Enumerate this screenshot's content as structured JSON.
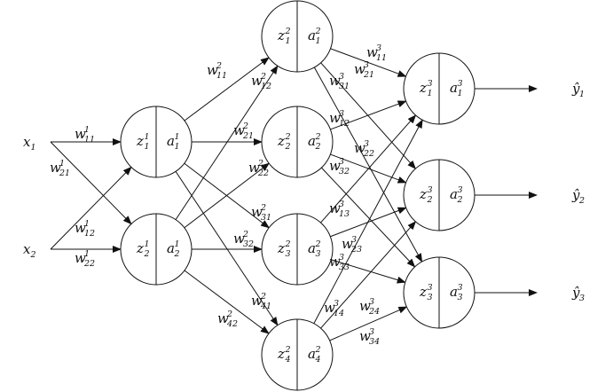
{
  "diagram": {
    "title": "",
    "inputs": [
      {
        "id": "x1",
        "symbol": "x",
        "sub": "1"
      },
      {
        "id": "x2",
        "symbol": "x",
        "sub": "2"
      }
    ],
    "layers": [
      {
        "index": "1",
        "nodes": [
          {
            "id": "L1N1",
            "z": {
              "sym": "z",
              "sup": "1",
              "sub": "1"
            },
            "a": {
              "sym": "a",
              "sup": "1",
              "sub": "1"
            }
          },
          {
            "id": "L1N2",
            "z": {
              "sym": "z",
              "sup": "1",
              "sub": "2"
            },
            "a": {
              "sym": "a",
              "sup": "1",
              "sub": "2"
            }
          }
        ]
      },
      {
        "index": "2",
        "nodes": [
          {
            "id": "L2N1",
            "z": {
              "sym": "z",
              "sup": "2",
              "sub": "1"
            },
            "a": {
              "sym": "a",
              "sup": "2",
              "sub": "1"
            }
          },
          {
            "id": "L2N2",
            "z": {
              "sym": "z",
              "sup": "2",
              "sub": "2"
            },
            "a": {
              "sym": "a",
              "sup": "2",
              "sub": "2"
            }
          },
          {
            "id": "L2N3",
            "z": {
              "sym": "z",
              "sup": "2",
              "sub": "3"
            },
            "a": {
              "sym": "a",
              "sup": "2",
              "sub": "3"
            }
          },
          {
            "id": "L2N4",
            "z": {
              "sym": "z",
              "sup": "2",
              "sub": "4"
            },
            "a": {
              "sym": "a",
              "sup": "2",
              "sub": "4"
            }
          }
        ]
      },
      {
        "index": "3",
        "nodes": [
          {
            "id": "L3N1",
            "z": {
              "sym": "z",
              "sup": "3",
              "sub": "1"
            },
            "a": {
              "sym": "a",
              "sup": "3",
              "sub": "1"
            }
          },
          {
            "id": "L3N2",
            "z": {
              "sym": "z",
              "sup": "3",
              "sub": "2"
            },
            "a": {
              "sym": "a",
              "sup": "3",
              "sub": "2"
            }
          },
          {
            "id": "L3N3",
            "z": {
              "sym": "z",
              "sup": "3",
              "sub": "3"
            },
            "a": {
              "sym": "a",
              "sup": "3",
              "sub": "3"
            }
          }
        ]
      }
    ],
    "outputs": [
      {
        "id": "y1",
        "symbol": "ŷ",
        "sub": "1"
      },
      {
        "id": "y2",
        "symbol": "ŷ",
        "sub": "2"
      },
      {
        "id": "y3",
        "symbol": "ŷ",
        "sub": "3"
      }
    ],
    "weights": {
      "layer1": [
        {
          "from": "x1",
          "to": "L1N1",
          "sym": "w",
          "sup": "1",
          "sub": "11"
        },
        {
          "from": "x1",
          "to": "L1N2",
          "sym": "w",
          "sup": "1",
          "sub": "21"
        },
        {
          "from": "x2",
          "to": "L1N1",
          "sym": "w",
          "sup": "1",
          "sub": "12"
        },
        {
          "from": "x2",
          "to": "L1N2",
          "sym": "w",
          "sup": "1",
          "sub": "22"
        }
      ],
      "layer2": [
        {
          "from": "L1N1",
          "to": "L2N1",
          "sym": "w",
          "sup": "2",
          "sub": "11"
        },
        {
          "from": "L1N2",
          "to": "L2N1",
          "sym": "w",
          "sup": "2",
          "sub": "12"
        },
        {
          "from": "L1N1",
          "to": "L2N2",
          "sym": "w",
          "sup": "2",
          "sub": "21"
        },
        {
          "from": "L1N2",
          "to": "L2N2",
          "sym": "w",
          "sup": "2",
          "sub": "22"
        },
        {
          "from": "L1N1",
          "to": "L2N3",
          "sym": "w",
          "sup": "2",
          "sub": "31"
        },
        {
          "from": "L1N2",
          "to": "L2N3",
          "sym": "w",
          "sup": "2",
          "sub": "32"
        },
        {
          "from": "L1N1",
          "to": "L2N4",
          "sym": "w",
          "sup": "2",
          "sub": "41"
        },
        {
          "from": "L1N2",
          "to": "L2N4",
          "sym": "w",
          "sup": "2",
          "sub": "42"
        }
      ],
      "layer3": [
        {
          "from": "L2N1",
          "to": "L3N1",
          "sym": "w",
          "sup": "3",
          "sub": "11"
        },
        {
          "from": "L2N1",
          "to": "L3N2",
          "sym": "w",
          "sup": "3",
          "sub": "21"
        },
        {
          "from": "L2N1",
          "to": "L3N3",
          "sym": "w",
          "sup": "3",
          "sub": "31"
        },
        {
          "from": "L2N2",
          "to": "L3N1",
          "sym": "w",
          "sup": "3",
          "sub": "12"
        },
        {
          "from": "L2N2",
          "to": "L3N2",
          "sym": "w",
          "sup": "3",
          "sub": "22"
        },
        {
          "from": "L2N2",
          "to": "L3N3",
          "sym": "w",
          "sup": "3",
          "sub": "32"
        },
        {
          "from": "L2N3",
          "to": "L3N1",
          "sym": "w",
          "sup": "3",
          "sub": "13"
        },
        {
          "from": "L2N3",
          "to": "L3N2",
          "sym": "w",
          "sup": "3",
          "sub": "23"
        },
        {
          "from": "L2N3",
          "to": "L3N3",
          "sym": "w",
          "sup": "3",
          "sub": "33"
        },
        {
          "from": "L2N4",
          "to": "L3N1",
          "sym": "w",
          "sup": "3",
          "sub": "14"
        },
        {
          "from": "L2N4",
          "to": "L3N2",
          "sym": "w",
          "sup": "3",
          "sub": "24"
        },
        {
          "from": "L2N4",
          "to": "L3N3",
          "sym": "w",
          "sup": "3",
          "sub": "34"
        }
      ]
    }
  }
}
